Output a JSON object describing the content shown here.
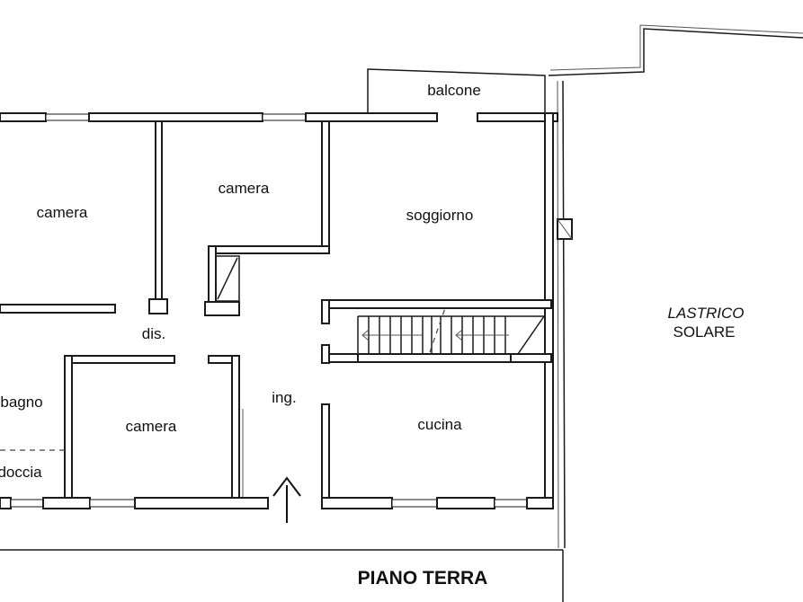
{
  "rooms": {
    "balcone": "balcone",
    "camera_left": "camera",
    "camera_center": "camera",
    "soggiorno": "soggiorno",
    "dis": "dis.",
    "bagno": "bagno",
    "doccia": "doccia",
    "camera_bottom": "camera",
    "ingresso": "ing.",
    "cucina": "cucina"
  },
  "lastrico": {
    "line1": "LASTRICO",
    "line2": "SOLARE"
  },
  "floor_title": "PIANO TERRA"
}
